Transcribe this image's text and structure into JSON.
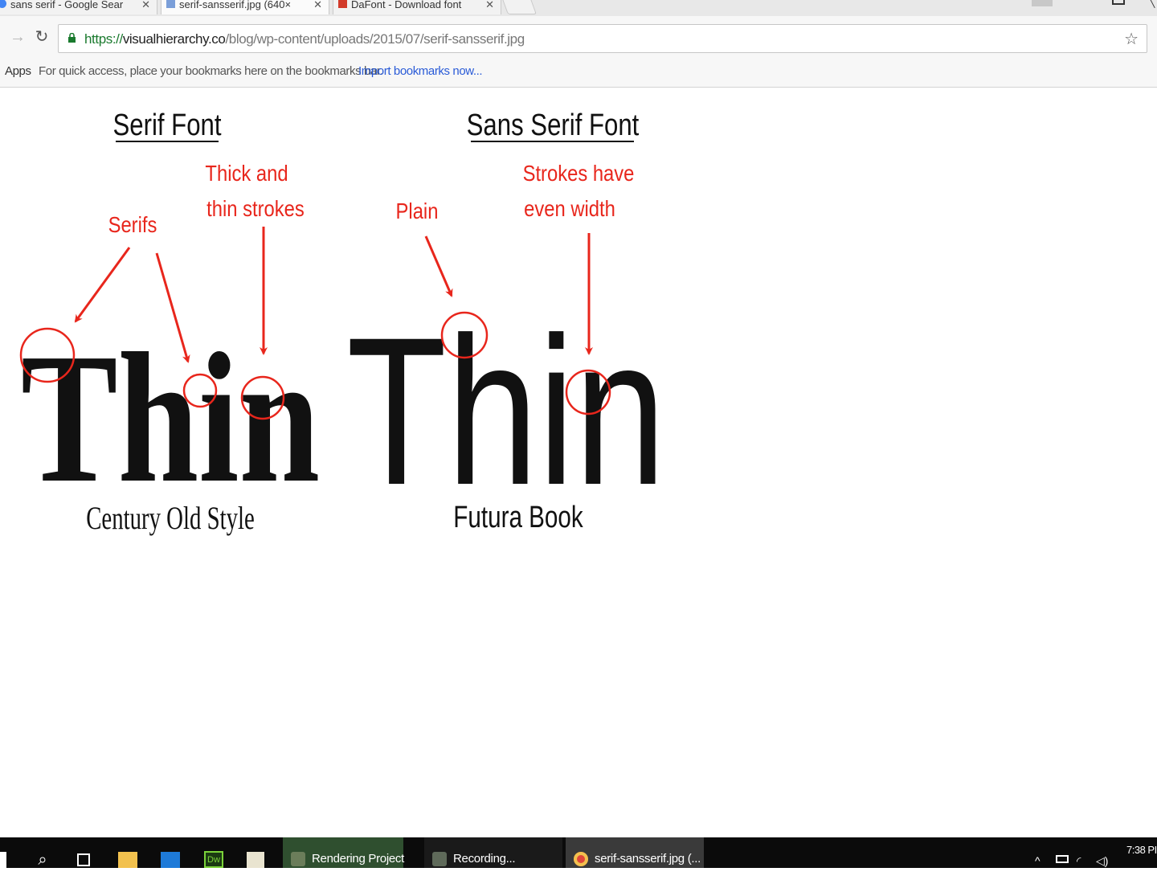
{
  "browser": {
    "tabs": [
      {
        "title": "sans serif - Google Sear",
        "active": false
      },
      {
        "title": "serif-sansserif.jpg (640×",
        "active": true
      },
      {
        "title": "DaFont - Download font",
        "active": false
      }
    ],
    "url": {
      "scheme": "https://",
      "host": "visualhierarchy.co",
      "path": "/blog/wp-content/uploads/2015/07/serif-sansserif.jpg"
    },
    "bookmarks_bar": {
      "apps_label": "Apps",
      "hint": "For quick access, place your bookmarks here on the bookmarks bar.",
      "import_link": "Import bookmarks now..."
    }
  },
  "image": {
    "serif": {
      "heading": "Serif Font",
      "sample": "Thin",
      "font_name": "Century Old Style",
      "annotations": {
        "serifs": "Serifs",
        "strokes_line1": "Thick and",
        "strokes_line2": "thin strokes"
      }
    },
    "sans": {
      "heading": "Sans Serif Font",
      "sample": "Thin",
      "font_name": "Futura Book",
      "annotations": {
        "plain": "Plain",
        "strokes_line1": "Strokes have",
        "strokes_line2": "even width"
      }
    },
    "colors": {
      "annotation": "#e8261c",
      "text": "#111111"
    }
  },
  "taskbar": {
    "apps": [
      {
        "label": "Rendering Project",
        "icon": "premiere-icon"
      },
      {
        "label": "Recording...",
        "icon": "recorder-icon"
      },
      {
        "label": "serif-sansserif.jpg (...",
        "icon": "chrome-icon"
      }
    ],
    "pinned_icons": [
      "search-icon",
      "task-view-icon",
      "file-explorer-icon",
      "store-icon",
      "dreamweaver-icon",
      "editor-icon"
    ],
    "clock_time": "7:38 PI"
  }
}
